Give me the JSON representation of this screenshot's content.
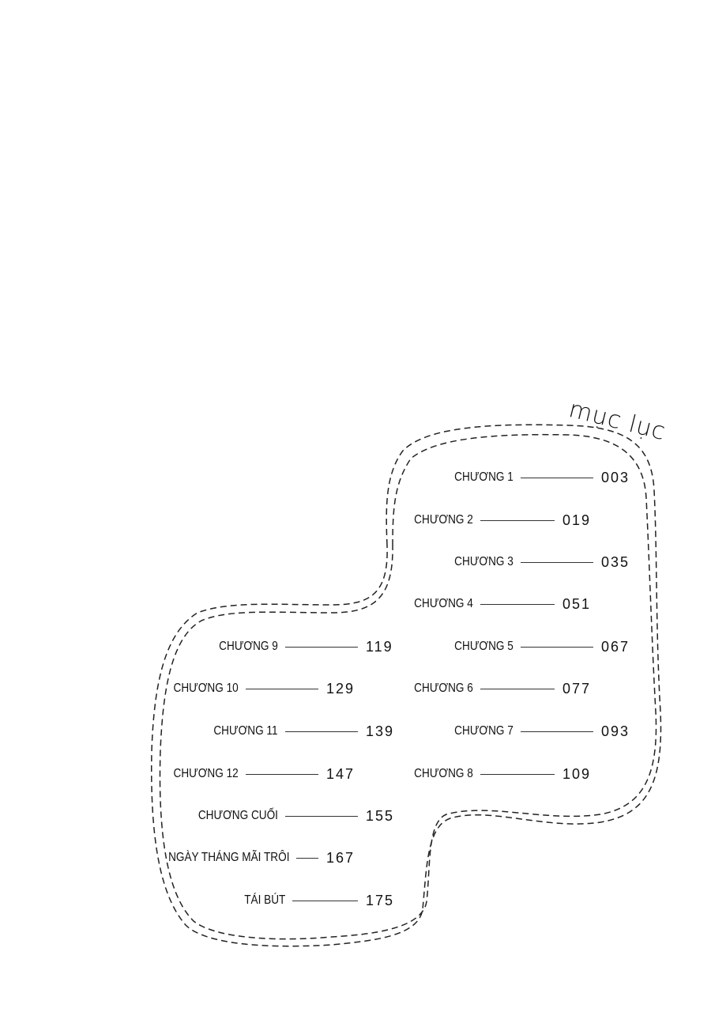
{
  "title": "mục lục",
  "entries": [
    {
      "label": "CHƯƠNG 1",
      "page": "003"
    },
    {
      "label": "CHƯƠNG 2",
      "page": "019"
    },
    {
      "label": "CHƯƠNG 3",
      "page": "035"
    },
    {
      "label": "CHƯƠNG 4",
      "page": "051"
    },
    {
      "label": "CHƯƠNG 5",
      "page": "067"
    },
    {
      "label": "CHƯƠNG 6",
      "page": "077"
    },
    {
      "label": "CHƯƠNG 7",
      "page": "093"
    },
    {
      "label": "CHƯƠNG 8",
      "page": "109"
    },
    {
      "label": "CHƯƠNG 9",
      "page": "119"
    },
    {
      "label": "CHƯƠNG 10",
      "page": "129"
    },
    {
      "label": "CHƯƠNG 11",
      "page": "139"
    },
    {
      "label": "CHƯƠNG 12",
      "page": "147"
    },
    {
      "label": "CHƯƠNG CUỐI",
      "page": "155"
    },
    {
      "label": "NGÀY THÁNG MÃI TRÔI",
      "page": "167"
    },
    {
      "label": "TÁI BÚT",
      "page": "175"
    }
  ]
}
